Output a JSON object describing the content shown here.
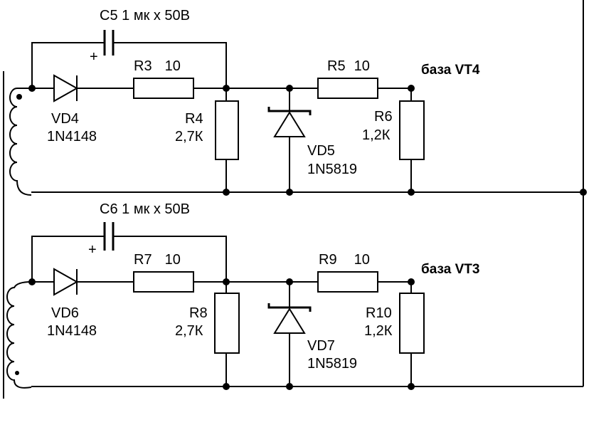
{
  "upper_stage": {
    "capacitor": {
      "ref": "C5",
      "value": "1 мк х 50В",
      "polarity": "+"
    },
    "diode": {
      "ref": "VD4",
      "part": "1N4148"
    },
    "series_resistor": {
      "ref": "R3",
      "value": "10"
    },
    "shunt_resistor": {
      "ref": "R4",
      "value": "2,7К"
    },
    "schottky": {
      "ref": "VD5",
      "part": "1N5819"
    },
    "gate_resistor": {
      "ref": "R5",
      "value": "10"
    },
    "pulldown_resistor": {
      "ref": "R6",
      "value": "1,2К"
    },
    "output": "база VT4"
  },
  "lower_stage": {
    "capacitor": {
      "ref": "C6",
      "value": "1 мк х 50В",
      "polarity": "+"
    },
    "diode": {
      "ref": "VD6",
      "part": "1N4148"
    },
    "series_resistor": {
      "ref": "R7",
      "value": "10"
    },
    "shunt_resistor": {
      "ref": "R8",
      "value": "2,7К"
    },
    "schottky": {
      "ref": "VD7",
      "part": "1N5819"
    },
    "gate_resistor": {
      "ref": "R9",
      "value": "10"
    },
    "pulldown_resistor": {
      "ref": "R10",
      "value": "1,2К"
    },
    "output": "база VT3"
  }
}
